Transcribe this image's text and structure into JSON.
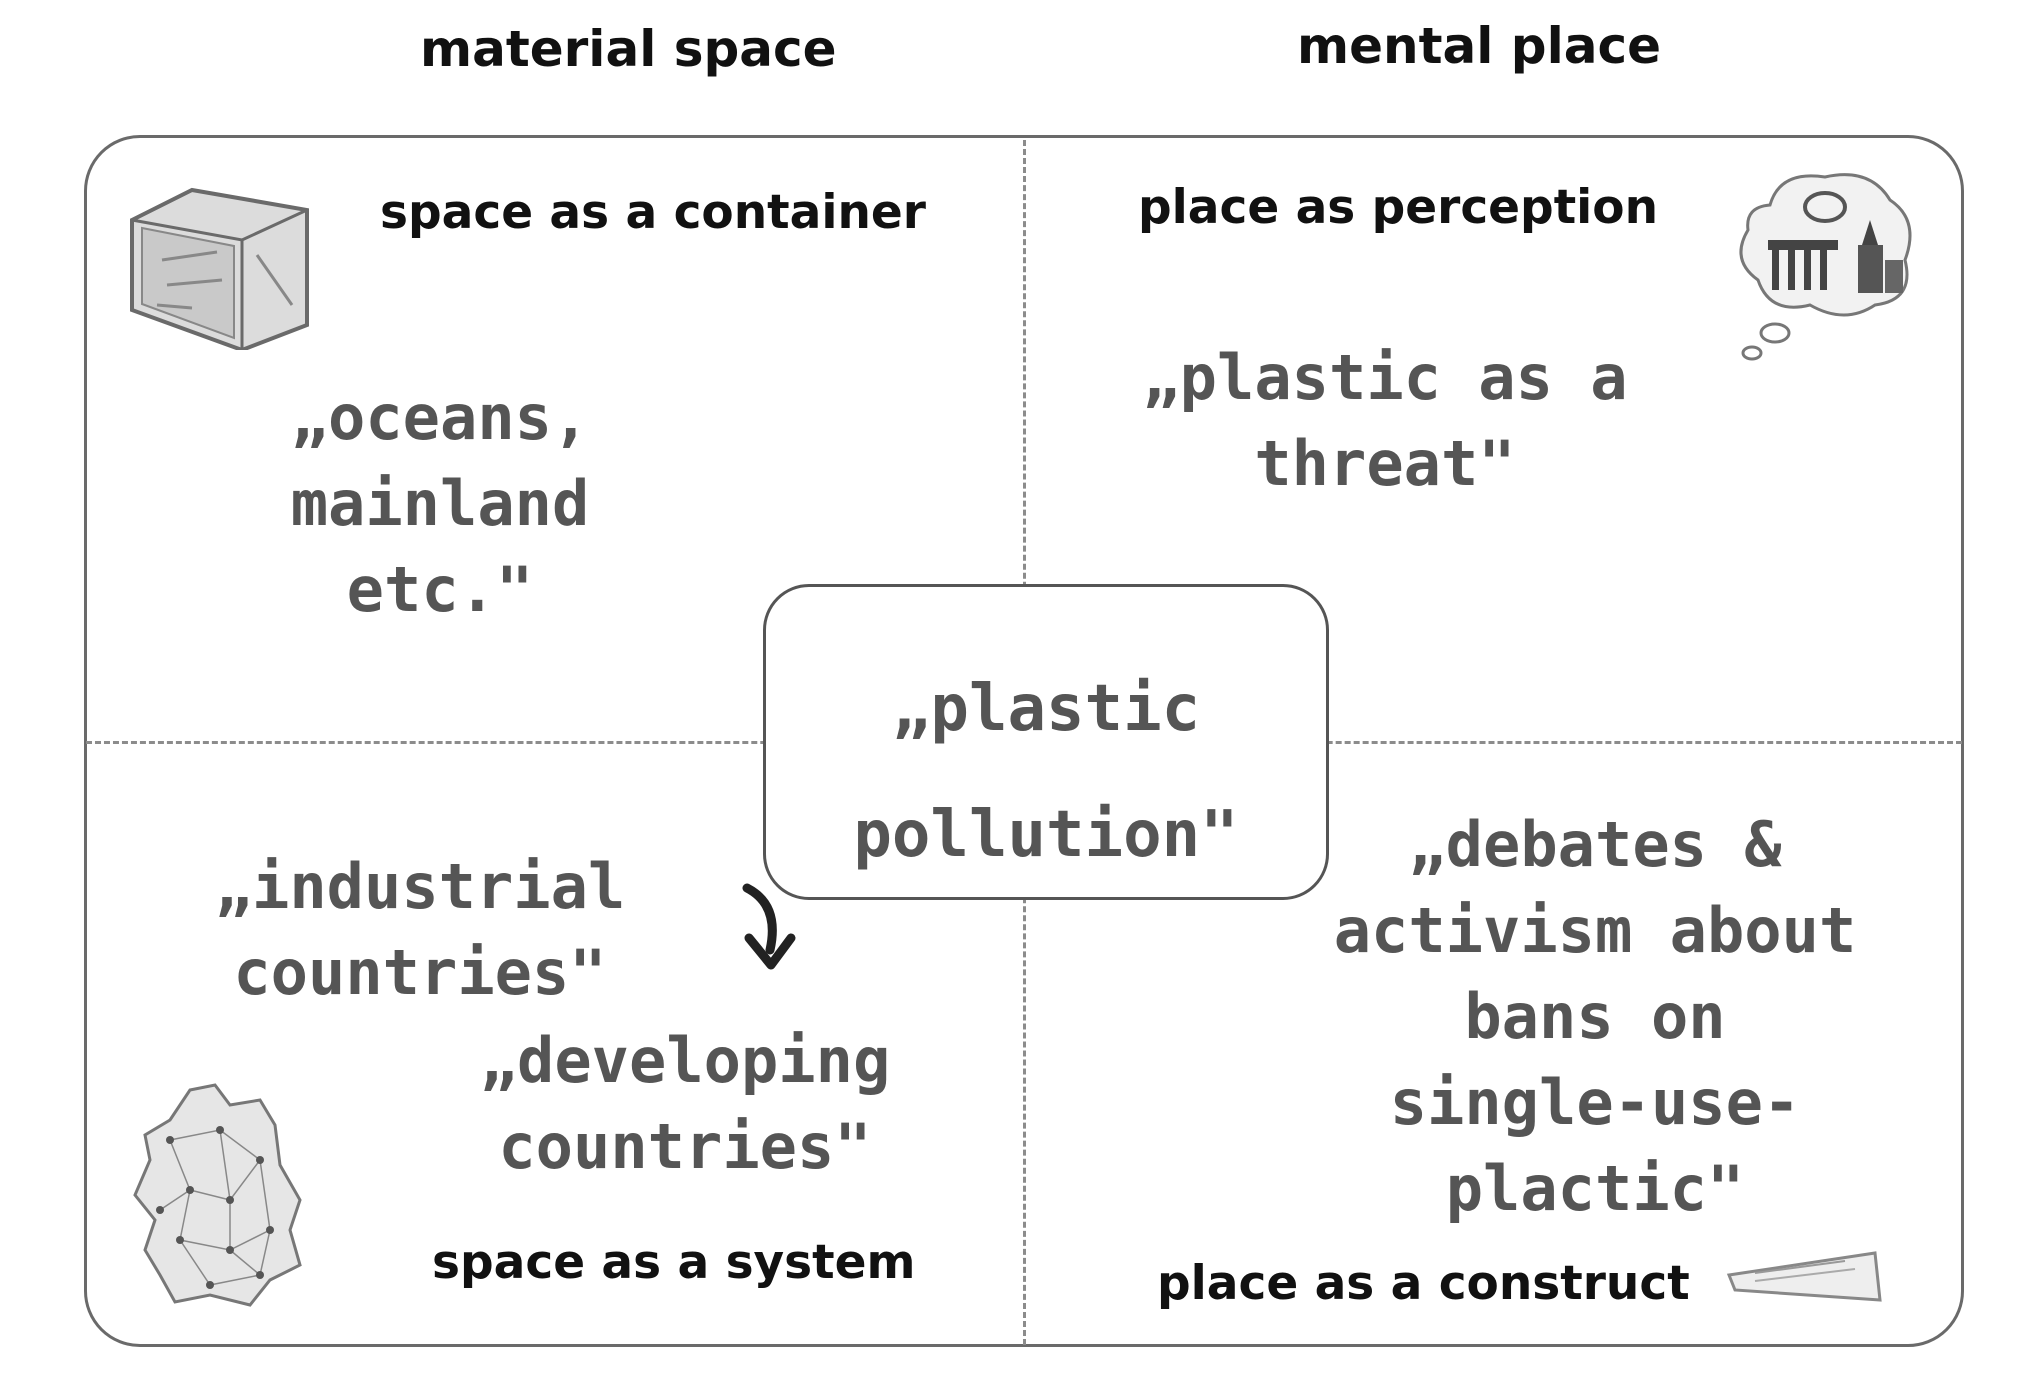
{
  "headings": {
    "left": "material space",
    "right": "mental place"
  },
  "quadrants": {
    "top_left": {
      "label": "space as a container",
      "quote_lines": [
        "„oceans,",
        "mainland",
        "etc.\""
      ]
    },
    "top_right": {
      "label": "place as perception",
      "quote_lines": [
        "„plastic as a",
        "threat\""
      ]
    },
    "bottom_left": {
      "label": "space as a system",
      "quote1_lines": [
        "„industrial",
        "countries\""
      ],
      "quote2_lines": [
        "„developing",
        "countries\""
      ]
    },
    "bottom_right": {
      "label": "place as a construct",
      "quote_lines": [
        "„debates &",
        "activism about",
        "bans on",
        "single-use-",
        "plactic\""
      ]
    }
  },
  "center": {
    "lines": [
      "„plastic",
      "pollution\""
    ]
  },
  "icons": {
    "top_left": "container-box-icon",
    "top_right": "thought-bubble-landmarks-icon",
    "bottom_left": "germany-network-map-icon",
    "bottom_right": "document-sheet-icon",
    "arrow": "curved-down-arrow-icon"
  }
}
